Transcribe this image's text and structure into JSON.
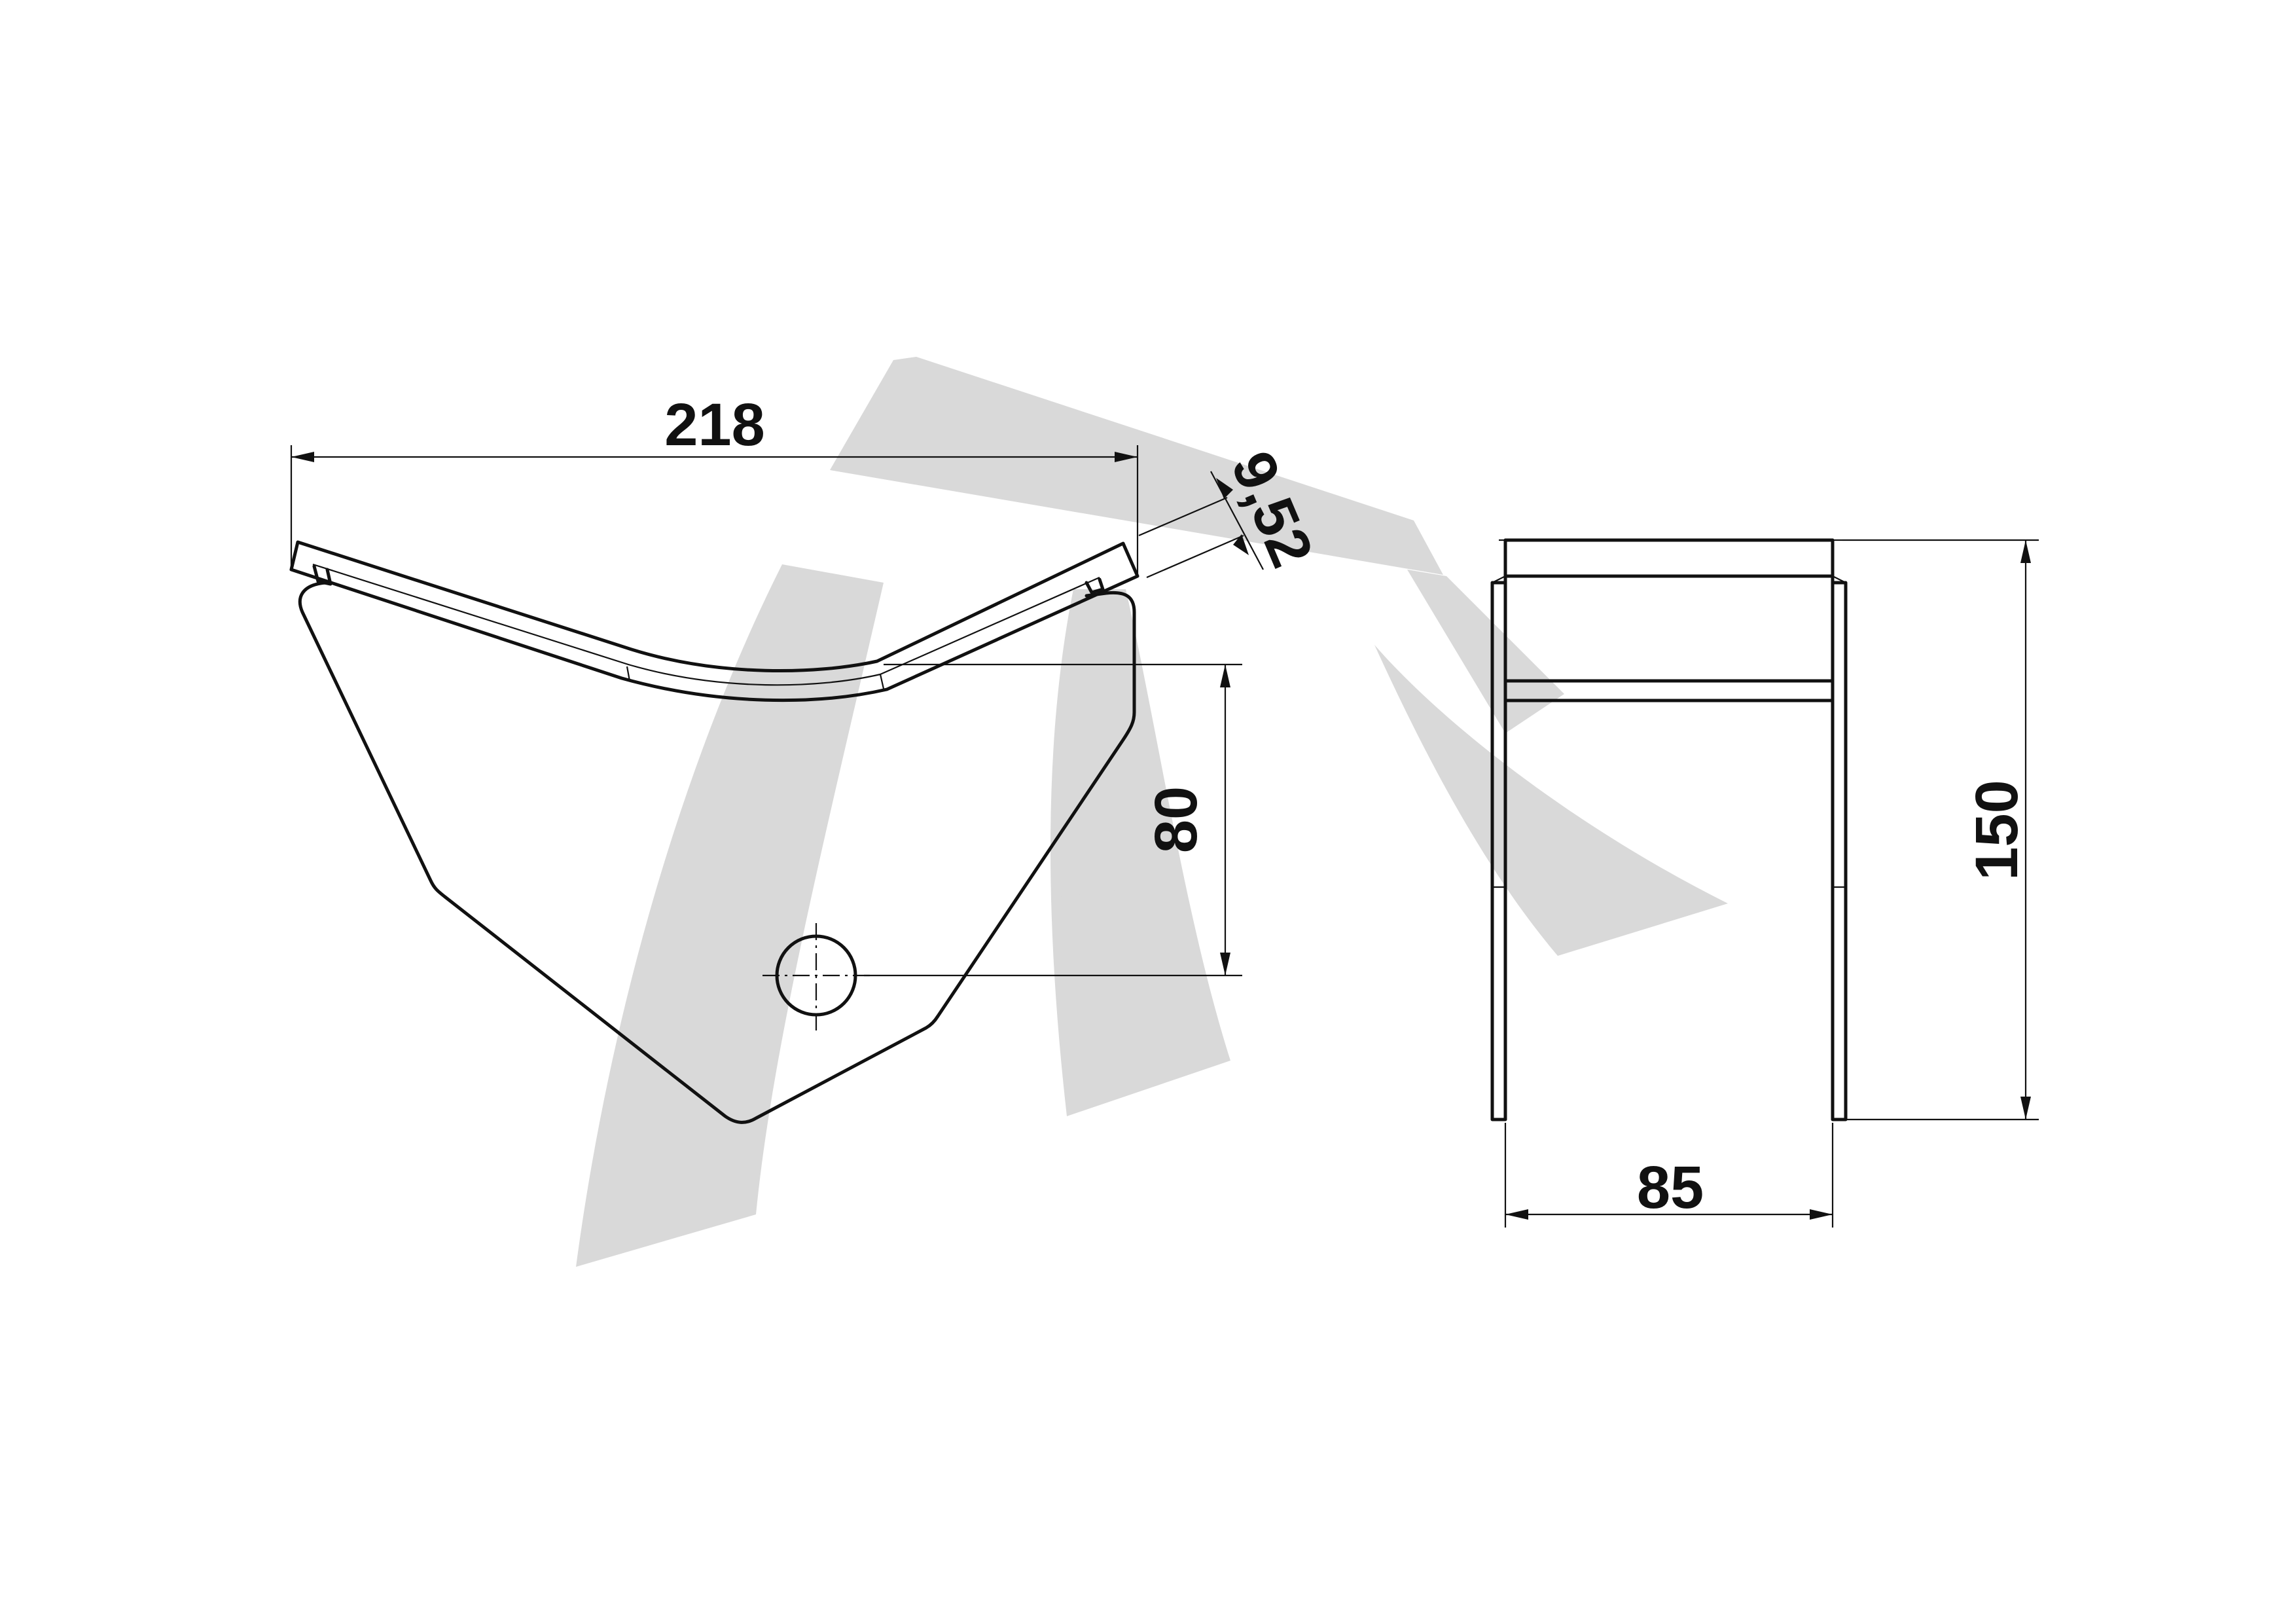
{
  "drawing": {
    "type": "technical-drawing",
    "views": [
      "side-view",
      "front-view"
    ],
    "dimensions": {
      "overall_length": "218",
      "edge_thickness": "9,52",
      "hole_offset": "80",
      "width": "85",
      "height": "150"
    },
    "watermark_icon": "logo-watermark",
    "line_color": "#111111",
    "watermark_color": "#d9d9d9"
  }
}
